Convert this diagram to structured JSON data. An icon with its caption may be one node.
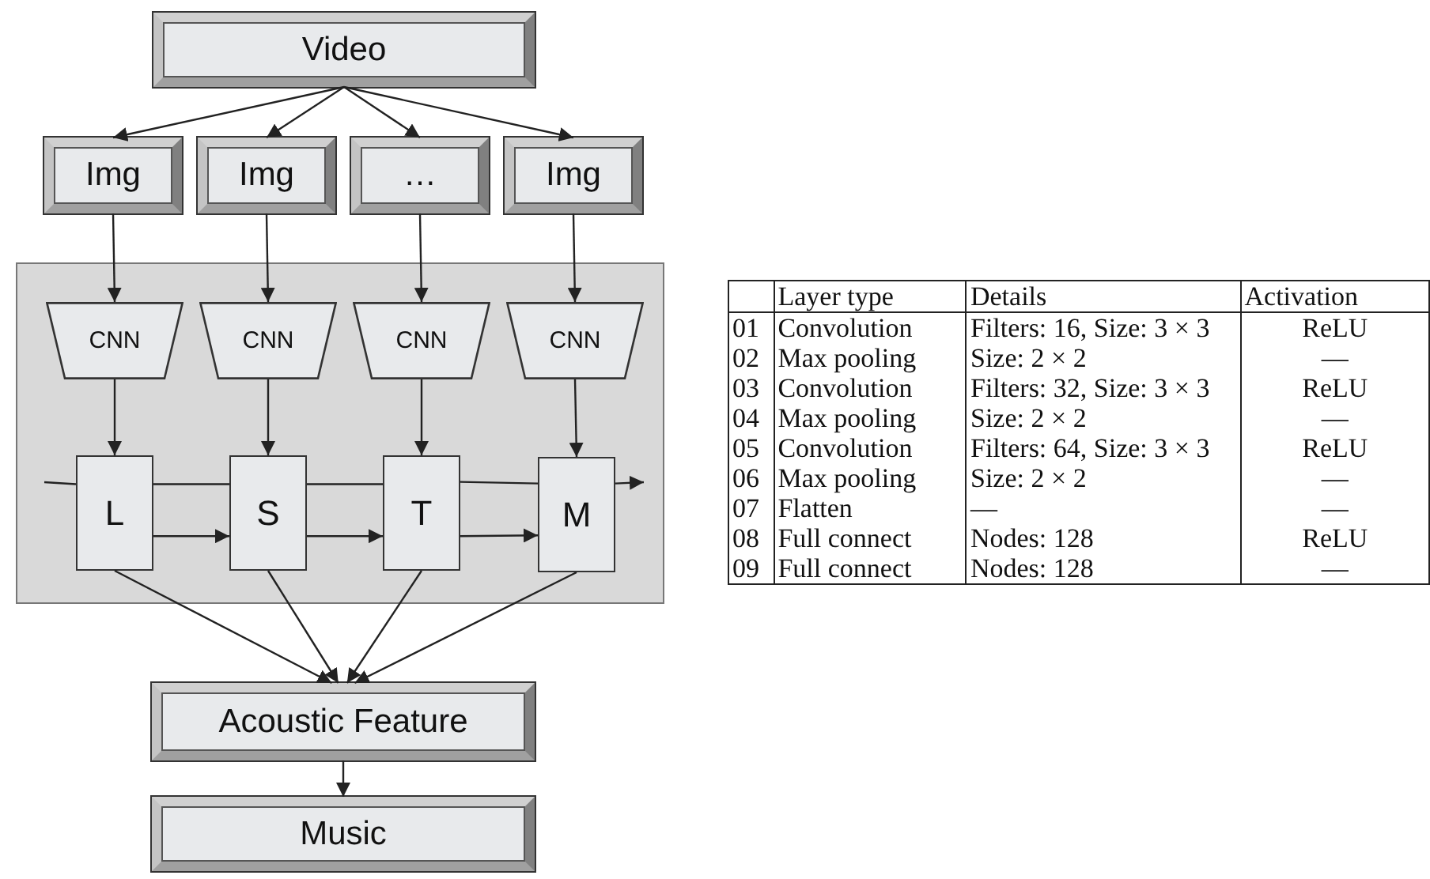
{
  "diagram": {
    "nodes": [
      {
        "text": [
          "Video"
        ]
      },
      {
        "text": [
          "Img"
        ]
      },
      {
        "text": [
          "Img"
        ]
      },
      {
        "text": [
          "…"
        ]
      },
      {
        "text": [
          "Img"
        ]
      },
      {
        "text": [],
        "shape": "box"
      },
      {
        "text": [
          "CNN"
        ],
        "in": 5
      },
      {
        "text": [
          "CNN"
        ],
        "in": 5
      },
      {
        "text": [
          "CNN"
        ],
        "in": 5
      },
      {
        "text": [
          "CNN"
        ],
        "in": 5
      },
      {
        "text": [
          "L"
        ],
        "in": 5
      },
      {
        "text": [
          "S"
        ],
        "in": 5
      },
      {
        "text": [
          "T"
        ],
        "in": 5
      },
      {
        "text": [
          "M"
        ],
        "in": 5
      },
      {
        "text": [
          "Acoustic Feature"
        ]
      },
      {
        "text": [
          "Music"
        ]
      }
    ],
    "edges": [
      {
        "from": 0,
        "to": 1,
        "arrow": "to"
      },
      {
        "from": 0,
        "to": 2,
        "arrow": "to"
      },
      {
        "from": 0,
        "to": 3,
        "arrow": "to"
      },
      {
        "from": 0,
        "to": 4,
        "arrow": "to"
      },
      {
        "from": 1,
        "to": 6,
        "arrow": "to"
      },
      {
        "from": 2,
        "to": 7,
        "arrow": "to"
      },
      {
        "from": 3,
        "to": 8,
        "arrow": "to"
      },
      {
        "from": 4,
        "to": 9,
        "arrow": "to"
      },
      {
        "from": 6,
        "to": 10,
        "arrow": "to"
      },
      {
        "from": 7,
        "to": 11,
        "arrow": "to"
      },
      {
        "from": 8,
        "to": 12,
        "arrow": "to"
      },
      {
        "from": 9,
        "to": 13,
        "arrow": "to"
      },
      {
        "from": null,
        "to": 10,
        "arrow": "none"
      },
      {
        "from": 10,
        "to": 11,
        "arrow": "none"
      },
      {
        "from": 11,
        "to": 12,
        "arrow": "none"
      },
      {
        "from": 12,
        "to": 13,
        "arrow": "none"
      },
      {
        "from": 13,
        "to": null,
        "arrow": "to"
      },
      {
        "from": 10,
        "to": 11,
        "arrow": "to"
      },
      {
        "from": 11,
        "to": 12,
        "arrow": "to"
      },
      {
        "from": 12,
        "to": 13,
        "arrow": "to"
      },
      {
        "from": 10,
        "to": 14,
        "arrow": "to"
      },
      {
        "from": 11,
        "to": 14,
        "arrow": "to"
      },
      {
        "from": 12,
        "to": 14,
        "arrow": "to"
      },
      {
        "from": 13,
        "to": 14,
        "arrow": "to"
      },
      {
        "from": 14,
        "to": 15,
        "arrow": "to"
      }
    ],
    "labels": [
      "Layer type",
      "Details",
      "Activation",
      "01",
      "Convolution",
      "Filters: 16, Size: 3 × 3",
      "ReLU",
      "02",
      "Max pooling",
      "Size: 2 × 2",
      "—",
      "03",
      "Convolution",
      "Filters: 32, Size: 3 × 3",
      "ReLU",
      "04",
      "Max pooling",
      "Size: 2 × 2",
      "—",
      "05",
      "Convolution",
      "Filters: 64, Size: 3 × 3",
      "ReLU",
      "06",
      "Max pooling",
      "Size: 2 × 2",
      "—",
      "07",
      "Flatten",
      "—",
      "—",
      "08",
      "Full connect",
      "Nodes: 128",
      "ReLU",
      "09",
      "Full connect",
      "Nodes: 128",
      "—"
    ]
  }
}
